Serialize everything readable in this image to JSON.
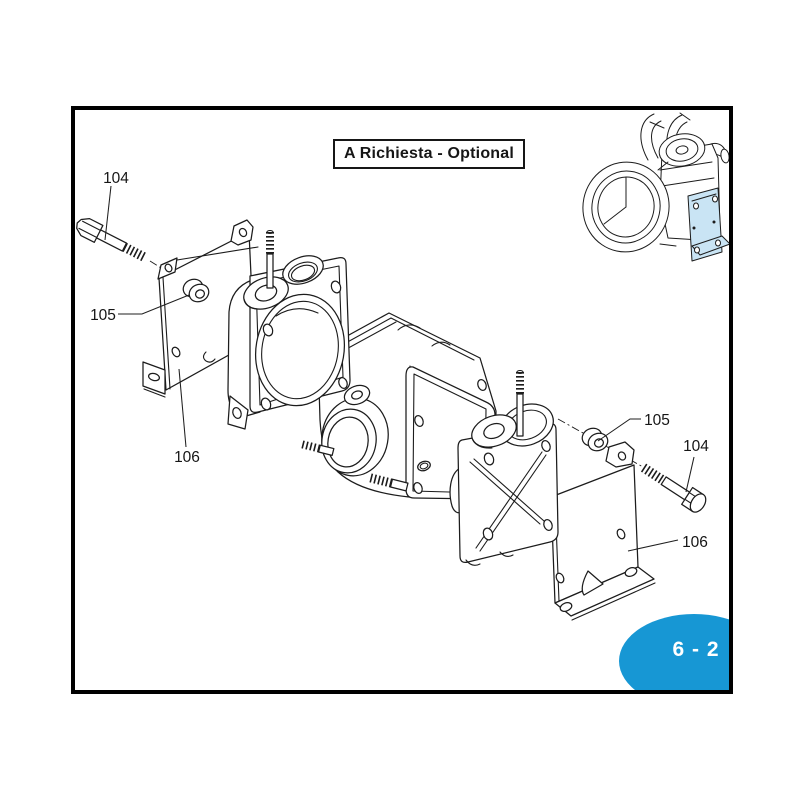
{
  "optional_box": {
    "label": "A Richiesta - Optional"
  },
  "page_badge": {
    "label": "6 - 2",
    "text_color": "#ffffff"
  },
  "callouts": {
    "l104": {
      "label": "104"
    },
    "l105": {
      "label": "105"
    },
    "l106": {
      "label": "106"
    },
    "r105": {
      "label": "105"
    },
    "r104": {
      "label": "104"
    },
    "r106": {
      "label": "106"
    }
  },
  "colors": {
    "frame": "#000000",
    "drawing_line": "#1c1c1c",
    "badge_blue": "#1797d4",
    "thumbnail_highlight": "#c9e4f4"
  }
}
